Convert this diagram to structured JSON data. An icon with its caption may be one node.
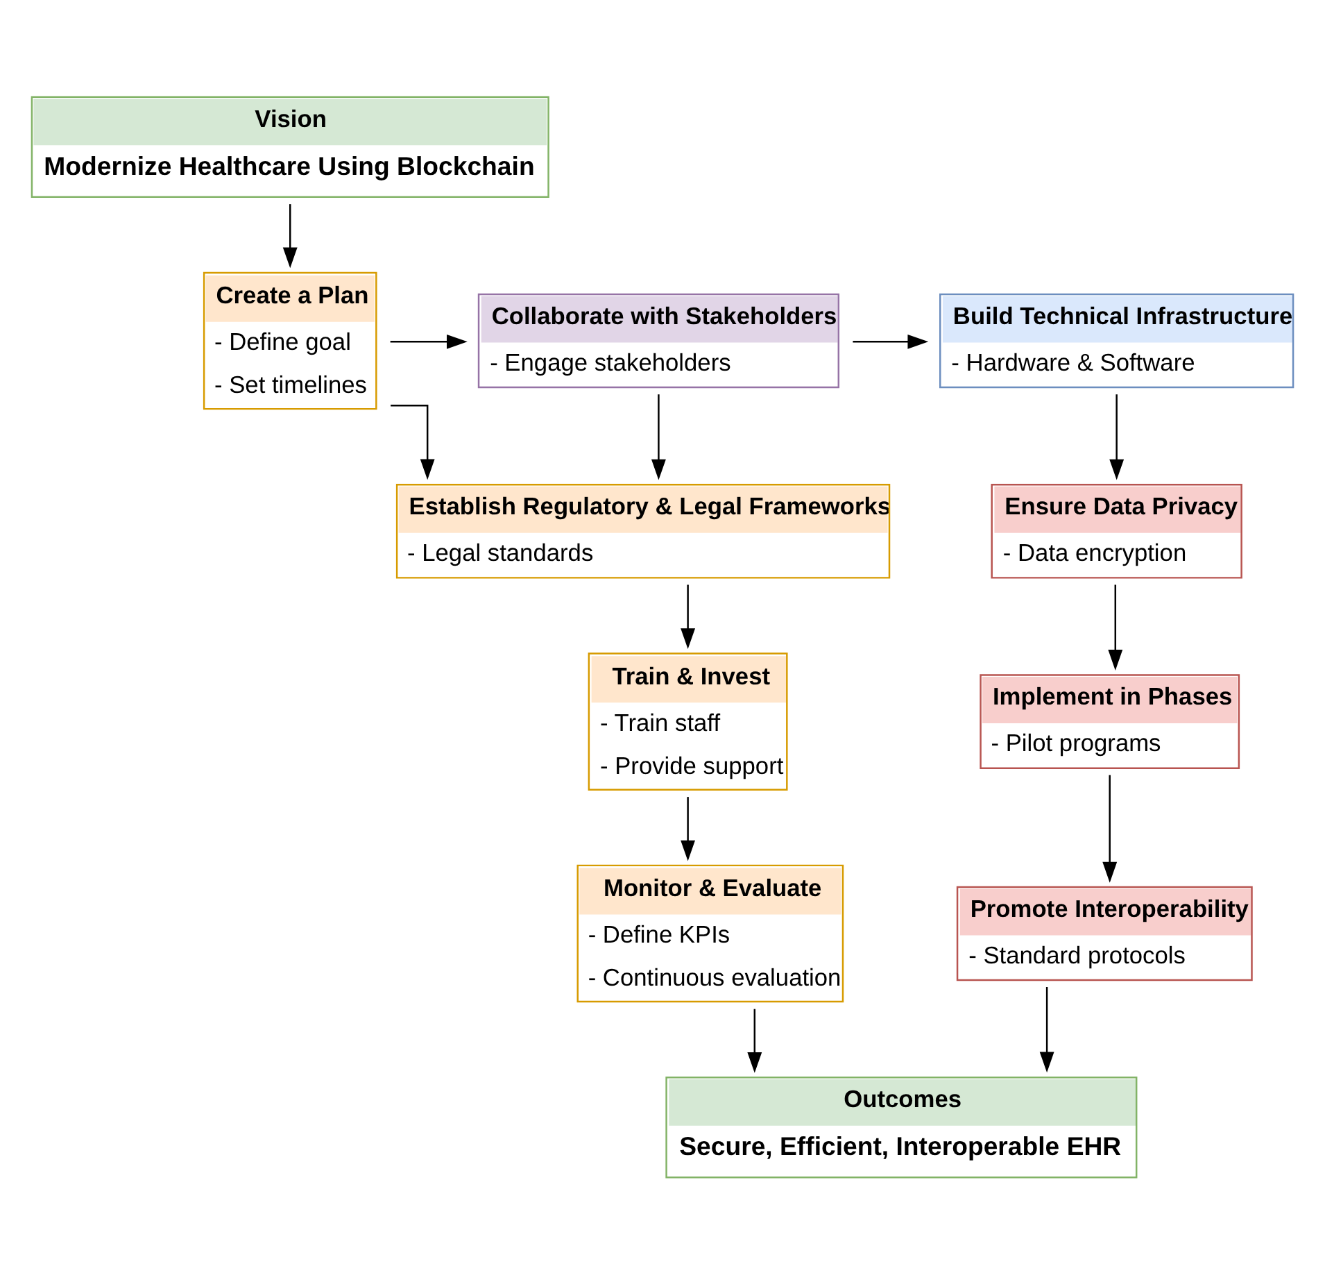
{
  "diagram": {
    "nodes": [
      {
        "text": [
          "Vision",
          "Modernize Healthcare Using Blockchain"
        ]
      },
      {
        "text": [
          "Create a Plan",
          "- Define goal",
          "- Set timelines"
        ]
      },
      {
        "text": [
          "Collaborate with Stakeholders",
          "- Engage stakeholders"
        ]
      },
      {
        "text": [
          "Build Technical Infrastructure",
          "- Hardware & Software"
        ]
      },
      {
        "text": [
          "Establish Regulatory & Legal Frameworks",
          "- Legal standards"
        ]
      },
      {
        "text": [
          "Ensure Data Privacy",
          "- Data encryption"
        ]
      },
      {
        "text": [
          "Train & Invest",
          "- Train staff",
          "- Provide support"
        ]
      },
      {
        "text": [
          "Implement in Phases",
          "- Pilot programs"
        ]
      },
      {
        "text": [
          "Monitor & Evaluate",
          "- Define KPIs",
          "- Continuous evaluation"
        ]
      },
      {
        "text": [
          "Promote Interoperability",
          "- Standard protocols"
        ]
      },
      {
        "text": [
          "Outcomes",
          "Secure, Efficient, Interoperable EHR"
        ]
      }
    ],
    "edges": [
      {
        "from": 0,
        "to": 1,
        "arrow": "to"
      },
      {
        "from": 1,
        "to": 2,
        "arrow": "to"
      },
      {
        "from": 2,
        "to": 3,
        "arrow": "to"
      },
      {
        "from": 2,
        "to": 4,
        "arrow": "to"
      },
      {
        "from": 1,
        "to": 4,
        "arrow": "to"
      },
      {
        "from": 3,
        "to": 5,
        "arrow": "to"
      },
      {
        "from": 4,
        "to": 6,
        "arrow": "to"
      },
      {
        "from": 5,
        "to": 7,
        "arrow": "to"
      },
      {
        "from": 6,
        "to": 8,
        "arrow": "to"
      },
      {
        "from": 7,
        "to": 9,
        "arrow": "to"
      },
      {
        "from": 8,
        "to": 10,
        "arrow": "to"
      },
      {
        "from": 9,
        "to": 10,
        "arrow": "to"
      }
    ]
  }
}
